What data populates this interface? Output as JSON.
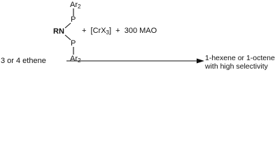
{
  "scheme": {
    "ligand": {
      "top_substituent": "Ar2",
      "top_atom": "P",
      "nitrogen_label": "RN",
      "bottom_atom": "P",
      "bottom_substituent": "Ar2"
    },
    "reagents_text": "+  [CrX3]  +  300 MAO",
    "reactant": "3 or 4 ethene",
    "product_line1": "1-hexene or 1-octene",
    "product_line2": "with high selectivity"
  }
}
